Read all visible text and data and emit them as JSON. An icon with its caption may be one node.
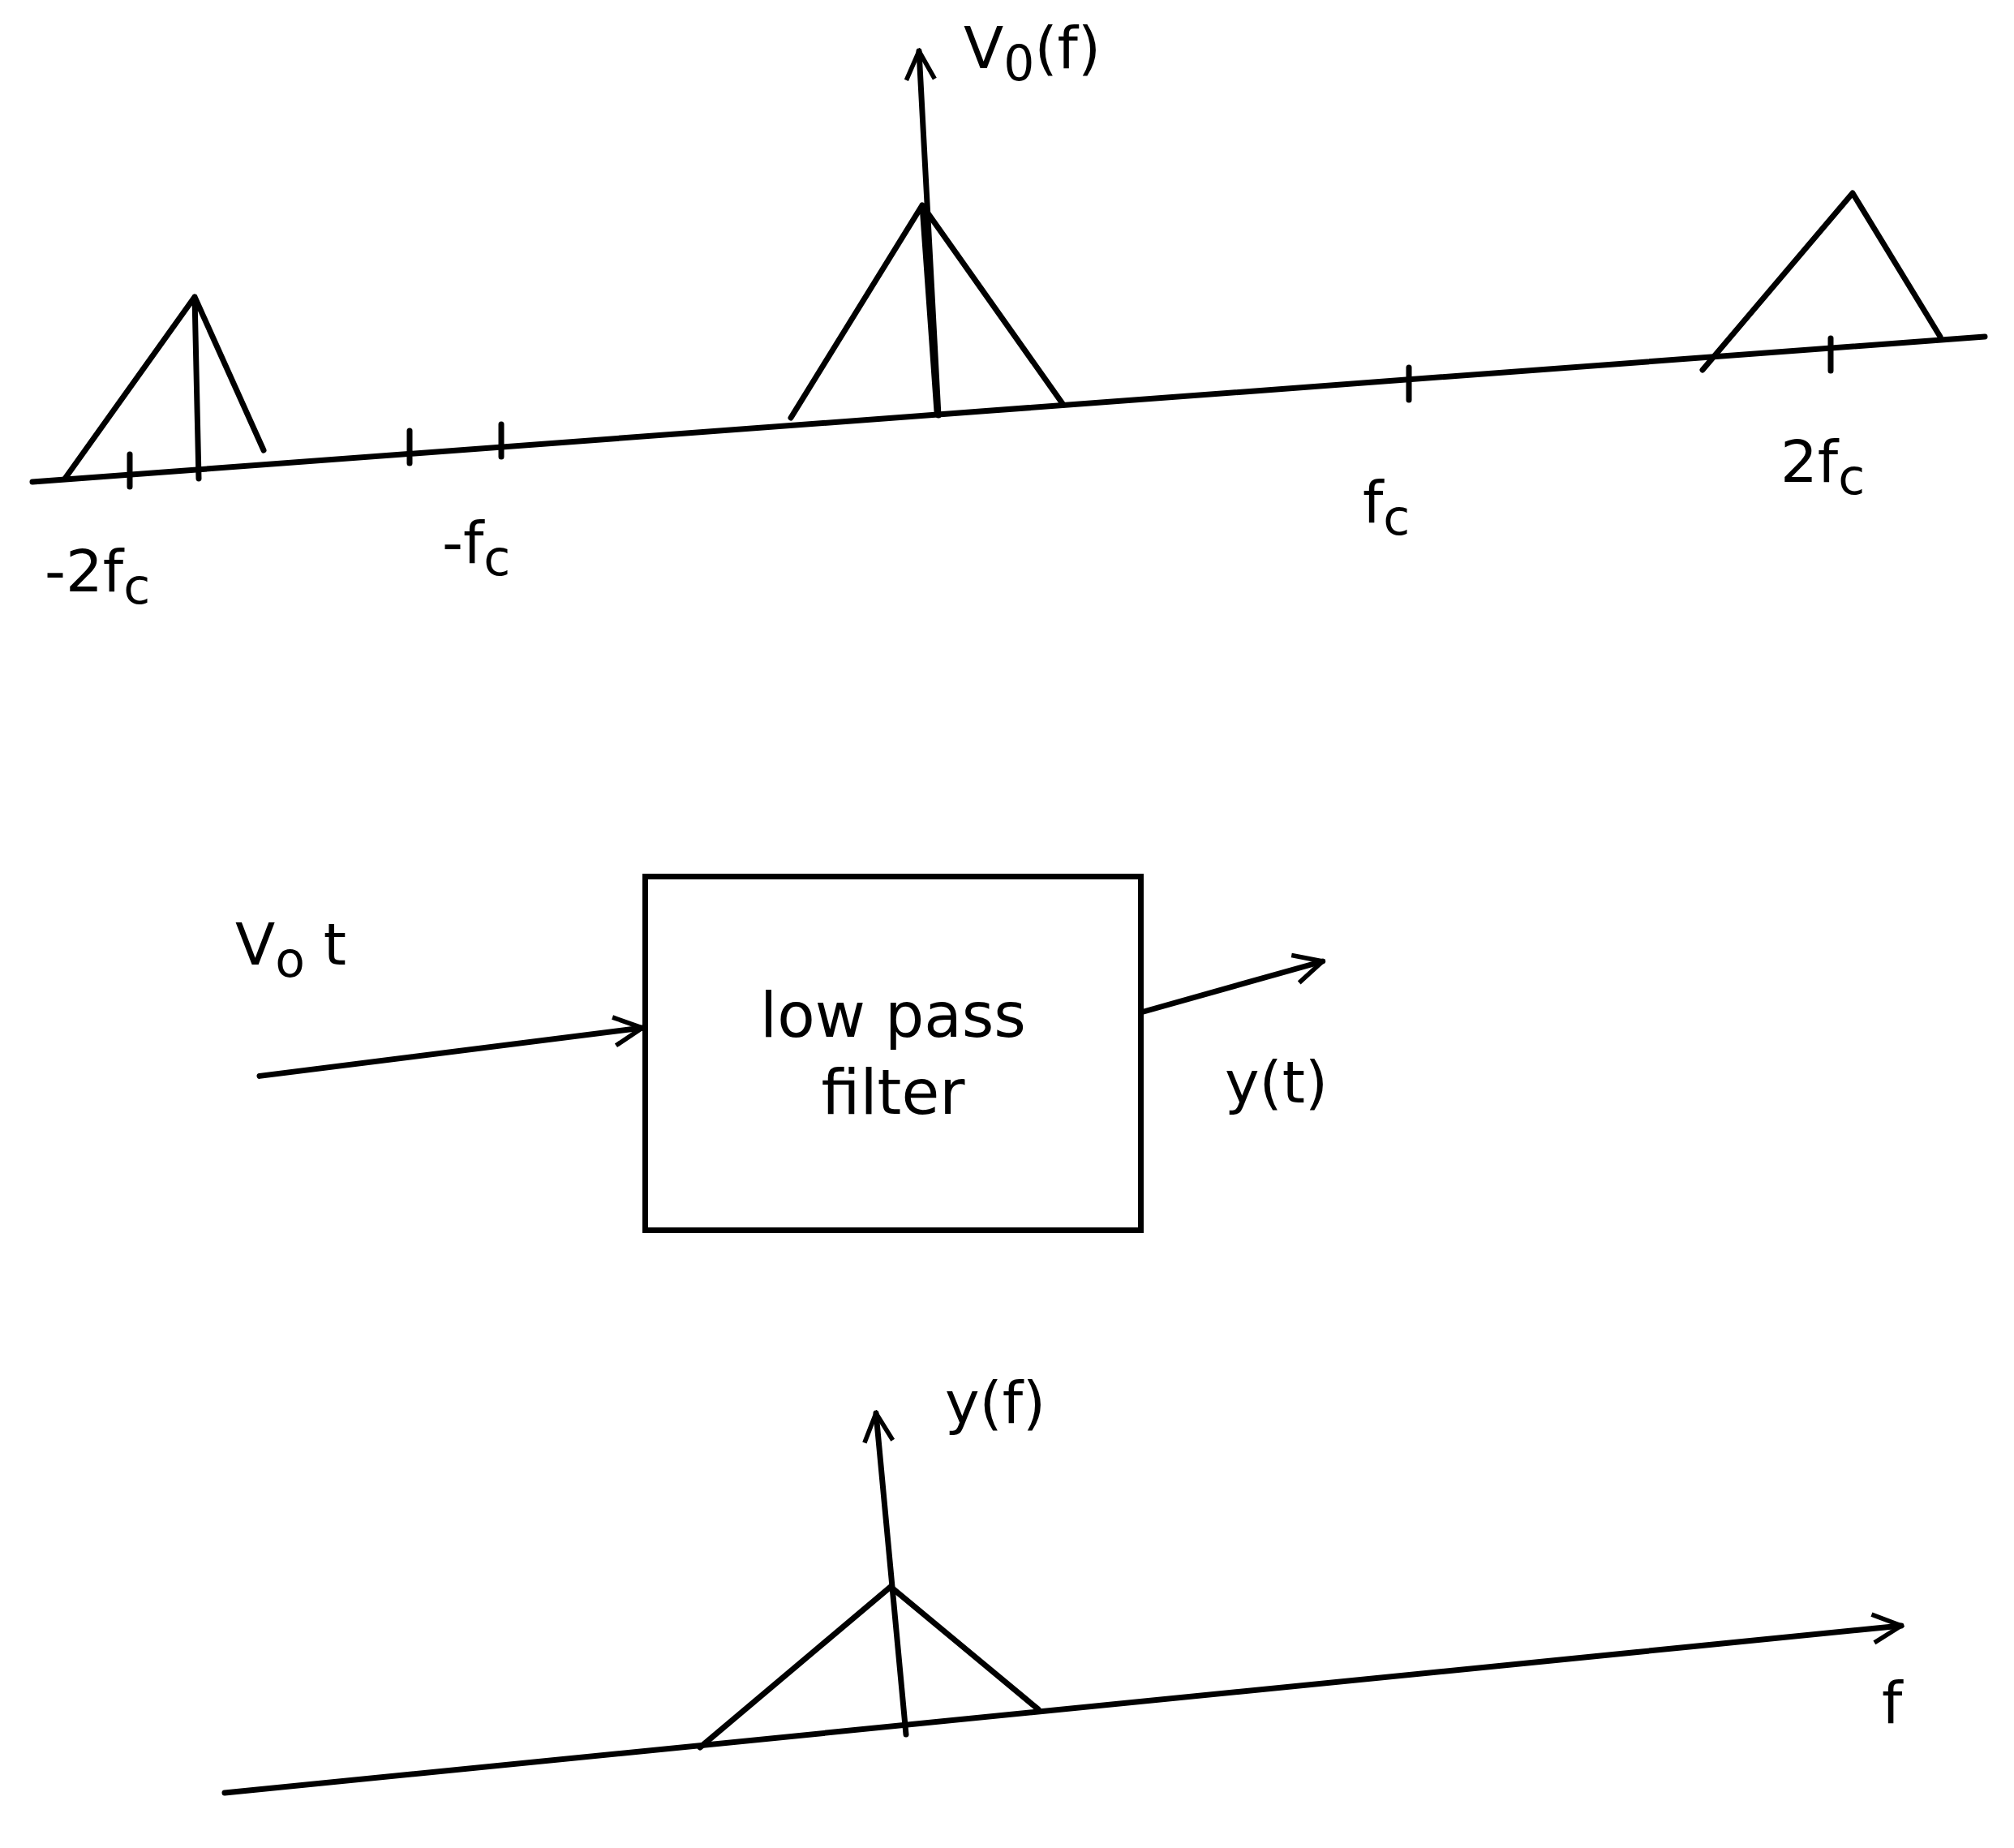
{
  "diagram": {
    "nodes": [
      {
        "text": [
          "low pass filter"
        ]
      },
      {
        "text": [
          "V$_{o}$ t"
        ]
      },
      {
        "text": [
          "y(t)"
        ]
      }
    ],
    "edges": [
      {
        "from": 1,
        "to": 0,
        "arrow": "to"
      },
      {
        "from": 0,
        "to": 2,
        "arrow": "to"
      }
    ],
    "labels": [
      "V$_{0}$(f)",
      "-2f$_{c}$",
      "-f$_{c}$",
      "f$_{c}$",
      "2f$_{c}$",
      "y(f)",
      "f"
    ]
  }
}
